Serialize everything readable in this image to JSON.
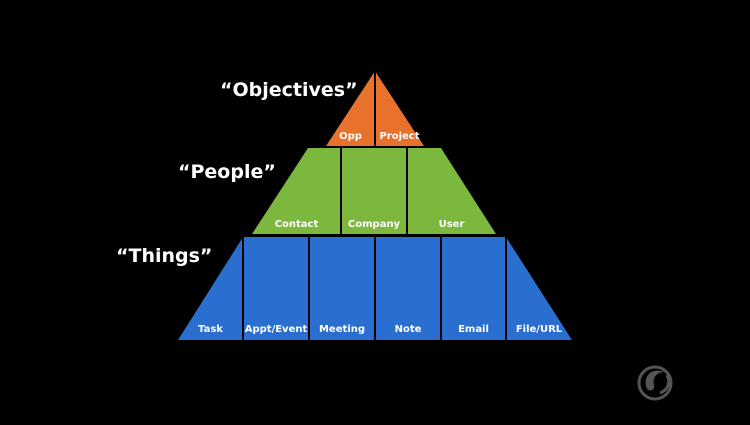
{
  "tiers": {
    "top": {
      "label": "“Objectives”",
      "color": "#e8712b",
      "cells": [
        "Opp",
        "Project"
      ]
    },
    "middle": {
      "label": "“People”",
      "color": "#7cb83d",
      "cells": [
        "Contact",
        "Company",
        "User"
      ]
    },
    "bottom": {
      "label": "“Things”",
      "color": "#2a6fcf",
      "cells": [
        "Task",
        "Appt/Event",
        "Meeting",
        "Note",
        "Email",
        "File/URL"
      ]
    }
  },
  "logo": {
    "icon": "circular-swirl-logo-icon"
  }
}
